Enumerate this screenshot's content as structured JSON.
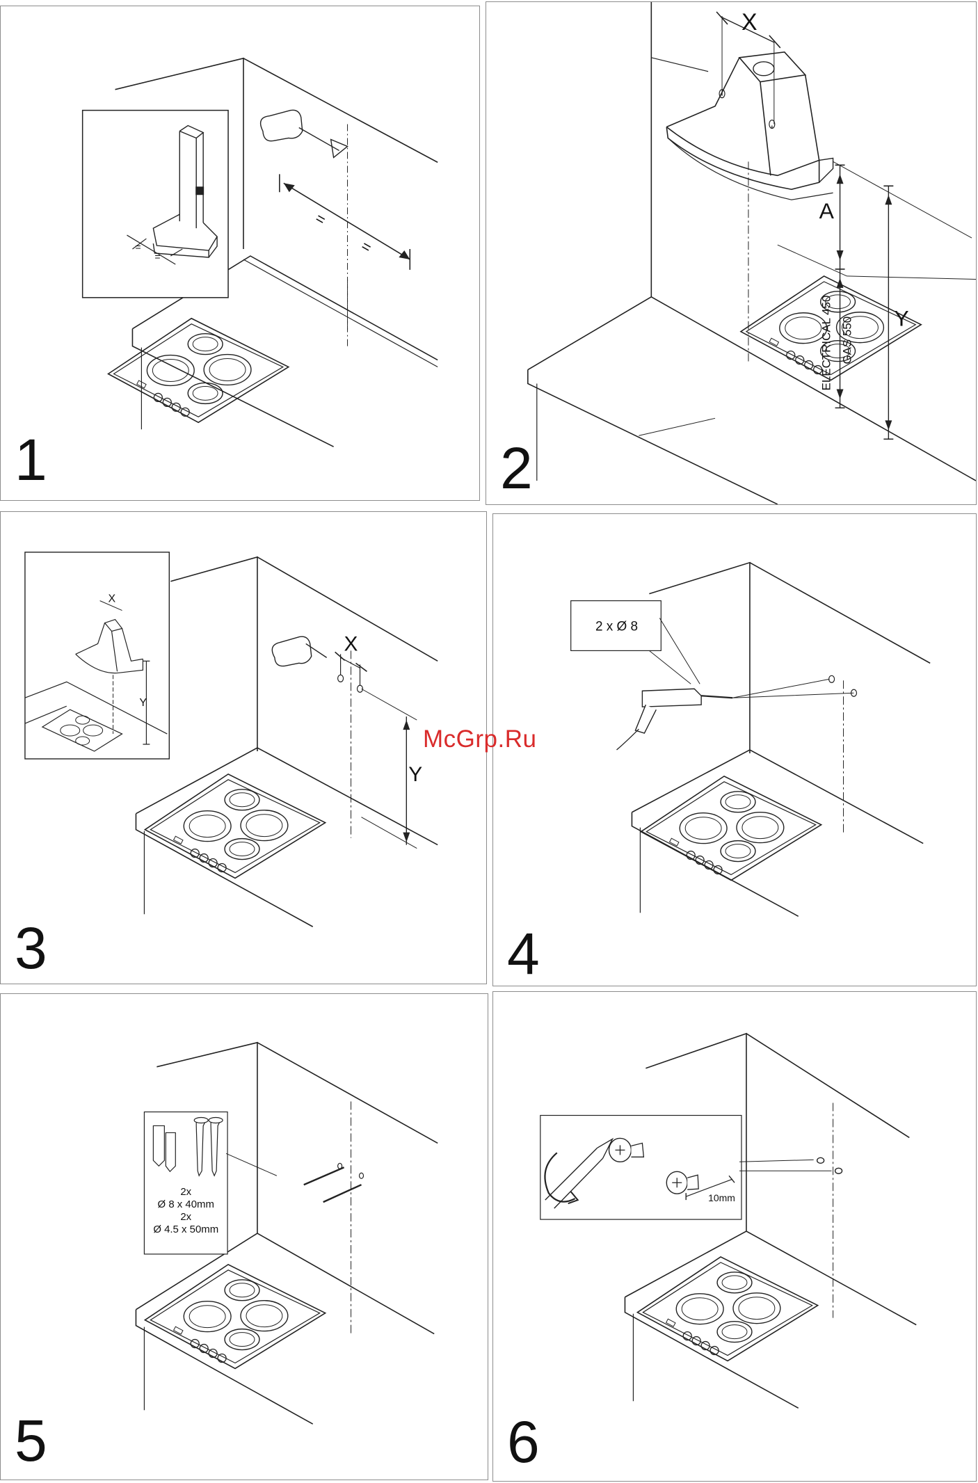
{
  "watermark": "McGrp.Ru",
  "steps": [
    {
      "number": "1"
    },
    {
      "number": "2",
      "dim_x": "X",
      "dim_a": "A",
      "dim_y": "Y",
      "electrical": "ELECTRICAL 450",
      "gas": "GAS 550"
    },
    {
      "number": "3",
      "dim_x_small": "X",
      "dim_y_small": "Y",
      "dim_x": "X",
      "dim_y": "Y"
    },
    {
      "number": "4",
      "drill_label": "2 x Ø 8"
    },
    {
      "number": "5",
      "qty1": "2x",
      "size1": "Ø 8 x 40mm",
      "qty2": "2x",
      "size2": "Ø 4.5 x 50mm"
    },
    {
      "number": "6",
      "gap_label": "10mm"
    }
  ]
}
